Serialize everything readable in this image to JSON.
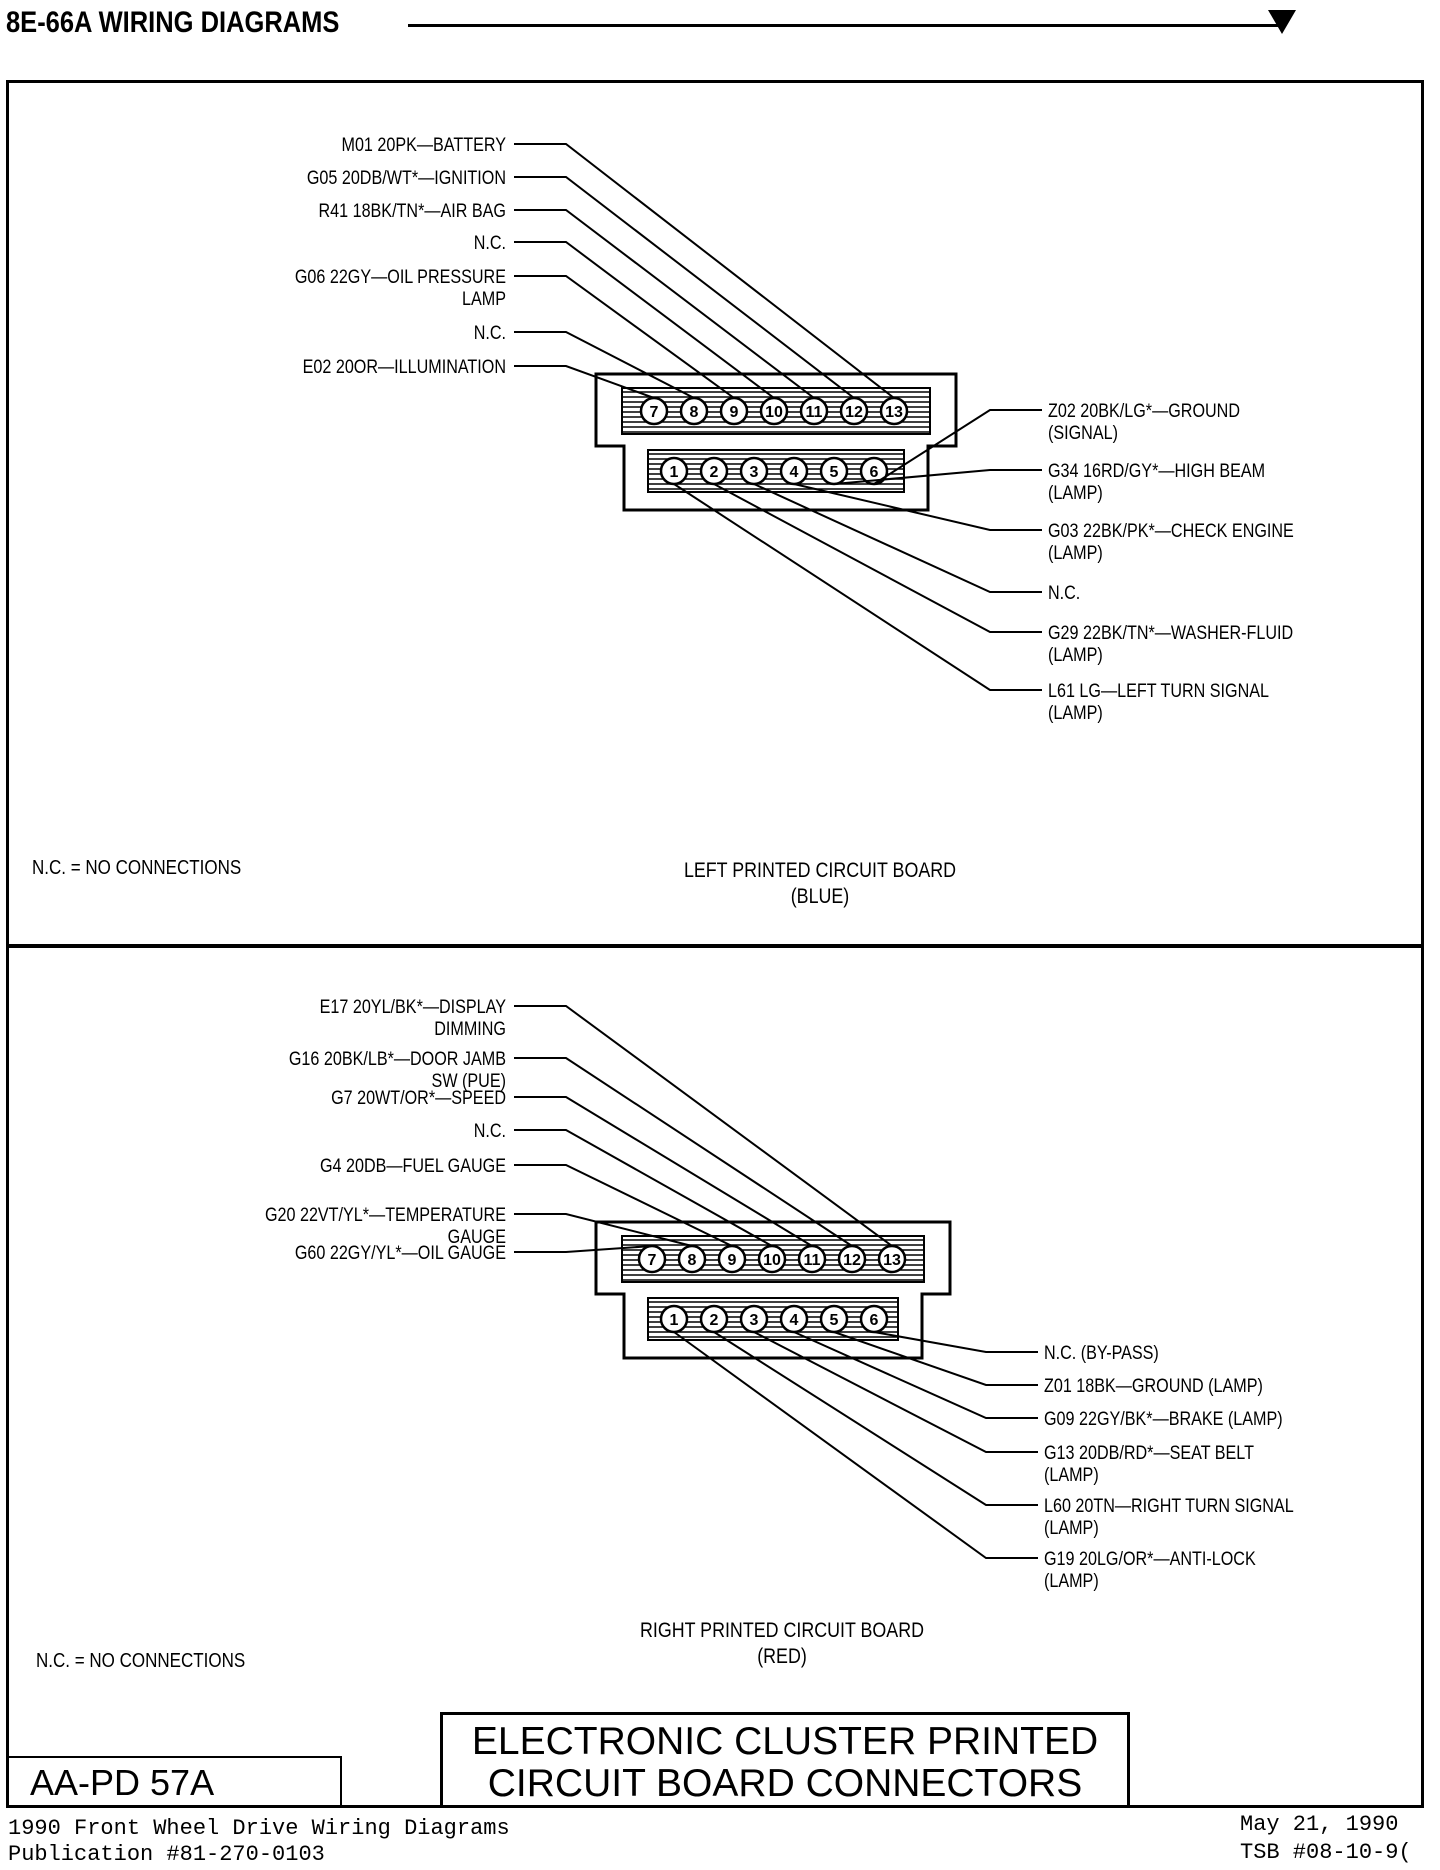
{
  "header": {
    "title": "8E-66A WIRING DIAGRAMS"
  },
  "top_panel": {
    "caption_line1": "LEFT PRINTED CIRCUIT BOARD",
    "caption_line2": "(BLUE)",
    "note": "N.C. = NO CONNECTIONS",
    "left_labels": [
      {
        "pin": "13",
        "lines": [
          "M01 20PK—BATTERY"
        ]
      },
      {
        "pin": "12",
        "lines": [
          "G05 20DB/WT*—IGNITION"
        ]
      },
      {
        "pin": "11",
        "lines": [
          "R41 18BK/TN*—AIR BAG"
        ]
      },
      {
        "pin": "10",
        "lines": [
          "N.C."
        ]
      },
      {
        "pin": "9",
        "lines": [
          "G06 22GY—OIL PRESSURE",
          "LAMP"
        ]
      },
      {
        "pin": "8",
        "lines": [
          "N.C."
        ]
      },
      {
        "pin": "7",
        "lines": [
          "E02 20OR—ILLUMINATION"
        ]
      }
    ],
    "right_labels": [
      {
        "pin": "6",
        "lines": [
          "Z02 20BK/LG*—GROUND",
          "(SIGNAL)"
        ]
      },
      {
        "pin": "5",
        "lines": [
          "G34 16RD/GY*—HIGH BEAM",
          "(LAMP)"
        ]
      },
      {
        "pin": "4",
        "lines": [
          "G03 22BK/PK*—CHECK ENGINE",
          "(LAMP)"
        ]
      },
      {
        "pin": "3",
        "lines": [
          "N.C."
        ]
      },
      {
        "pin": "2",
        "lines": [
          "G29 22BK/TN*—WASHER-FLUID",
          "(LAMP)"
        ]
      },
      {
        "pin": "1",
        "lines": [
          "L61 LG—LEFT TURN SIGNAL",
          "(LAMP)"
        ]
      }
    ],
    "pins_top": [
      "7",
      "8",
      "9",
      "10",
      "11",
      "12",
      "13"
    ],
    "pins_bottom": [
      "1",
      "2",
      "3",
      "4",
      "5",
      "6"
    ]
  },
  "bottom_panel": {
    "caption_line1": "RIGHT PRINTED CIRCUIT BOARD",
    "caption_line2": "(RED)",
    "note": "N.C. = NO CONNECTIONS",
    "left_labels": [
      {
        "pin": "13",
        "lines": [
          "E17 20YL/BK*—DISPLAY",
          "DIMMING"
        ]
      },
      {
        "pin": "12",
        "lines": [
          "G16 20BK/LB*—DOOR JAMB",
          "SW (PUE)"
        ]
      },
      {
        "pin": "11",
        "lines": [
          "G7 20WT/OR*—SPEED"
        ]
      },
      {
        "pin": "10",
        "lines": [
          "N.C."
        ]
      },
      {
        "pin": "9",
        "lines": [
          "G4 20DB—FUEL GAUGE"
        ]
      },
      {
        "pin": "8",
        "lines": [
          "G20 22VT/YL*—TEMPERATURE",
          "GAUGE"
        ]
      },
      {
        "pin": "7",
        "lines": [
          "G60 22GY/YL*—OIL GAUGE"
        ]
      }
    ],
    "right_labels": [
      {
        "pin": "6",
        "lines": [
          "N.C. (BY-PASS)"
        ]
      },
      {
        "pin": "5",
        "lines": [
          "Z01 18BK—GROUND (LAMP)"
        ]
      },
      {
        "pin": "4",
        "lines": [
          "G09 22GY/BK*—BRAKE (LAMP)"
        ]
      },
      {
        "pin": "3",
        "lines": [
          "G13 20DB/RD*—SEAT BELT",
          "(LAMP)"
        ]
      },
      {
        "pin": "2",
        "lines": [
          "L60 20TN—RIGHT TURN SIGNAL",
          "(LAMP)"
        ]
      },
      {
        "pin": "1",
        "lines": [
          "G19 20LG/OR*—ANTI-LOCK",
          "(LAMP)"
        ]
      }
    ],
    "pins_top": [
      "7",
      "8",
      "9",
      "10",
      "11",
      "12",
      "13"
    ],
    "pins_bottom": [
      "1",
      "2",
      "3",
      "4",
      "5",
      "6"
    ]
  },
  "title_box": {
    "line1": "ELECTRONIC CLUSTER PRINTED",
    "line2": "CIRCUIT BOARD CONNECTORS"
  },
  "figure_id": "AA-PD 57A",
  "footer": {
    "left_line1": "1990 Front Wheel Drive Wiring Diagrams",
    "left_line2": "Publication #81-270-0103",
    "right_line1": "May 21, 1990",
    "right_line2": "TSB #08-10-9("
  }
}
